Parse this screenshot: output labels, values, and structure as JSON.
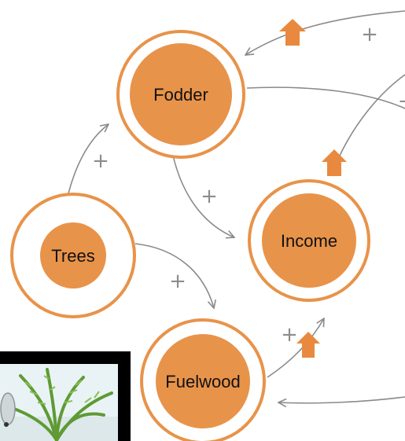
{
  "colors": {
    "node_fill": "#e8934a",
    "node_ring": "#e8934a",
    "edge": "#8a8a8a",
    "sign": "#8c8c8c",
    "arrow_icon": "#e8893f"
  },
  "nodes": {
    "fodder": "Fodder",
    "trees": "Trees",
    "income": "Income",
    "fuelwood": "Fuelwood"
  },
  "signs": {
    "top_right_to_fodder": "+",
    "right_minus": "-",
    "trees_to_fodder": "+",
    "fodder_to_income": "+",
    "trees_to_fuelwood": "+",
    "fuelwood_to_income": "+"
  },
  "icons": {
    "up_arrow": "up-arrow-icon",
    "picture": "palm-tree-picture"
  }
}
